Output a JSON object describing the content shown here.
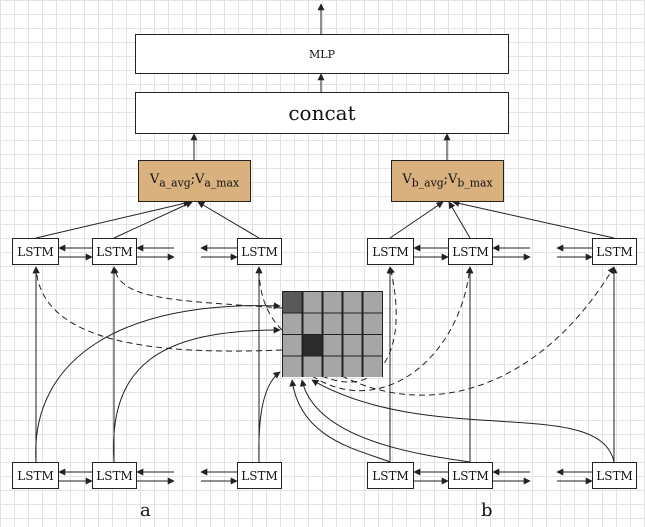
{
  "mlp_label": "MLP",
  "concat_label": "concat",
  "vec_a": {
    "main1": "V",
    "sub1": "a_avg",
    "sep": ";",
    "main2": "V",
    "sub2": "a_max"
  },
  "vec_b": {
    "main1": "V",
    "sub1": "b_avg",
    "sep": ";",
    "main2": "V",
    "sub2": "b_max"
  },
  "lstm_label": "LSTM",
  "label_a": "a",
  "label_b": "b",
  "matrix": {
    "rows": 4,
    "cols": 5,
    "cell_color": "#a6a6a6",
    "dark_cells": [
      {
        "row": 0,
        "col": 0,
        "color": "#595959"
      },
      {
        "row": 2,
        "col": 1,
        "color": "#2b2b2b"
      }
    ]
  },
  "colors": {
    "vector_fill": "#d9b17f",
    "stroke": "#222222"
  }
}
